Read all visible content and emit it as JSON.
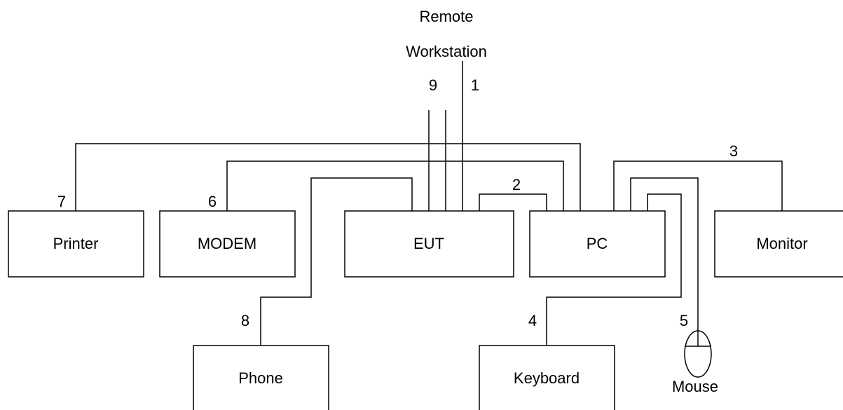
{
  "header": {
    "remote_line1": "Remote",
    "remote_line2": "Workstation"
  },
  "devices": {
    "printer": "Printer",
    "modem": "MODEM",
    "eut": "EUT",
    "pc": "PC",
    "monitor": "Monitor",
    "phone": "Phone",
    "keyboard": "Keyboard",
    "mouse": "Mouse"
  },
  "cables": {
    "c1": "1",
    "c2": "2",
    "c3": "3",
    "c4": "4",
    "c5": "5",
    "c6": "6",
    "c7": "7",
    "c8": "8",
    "c9": "9"
  }
}
